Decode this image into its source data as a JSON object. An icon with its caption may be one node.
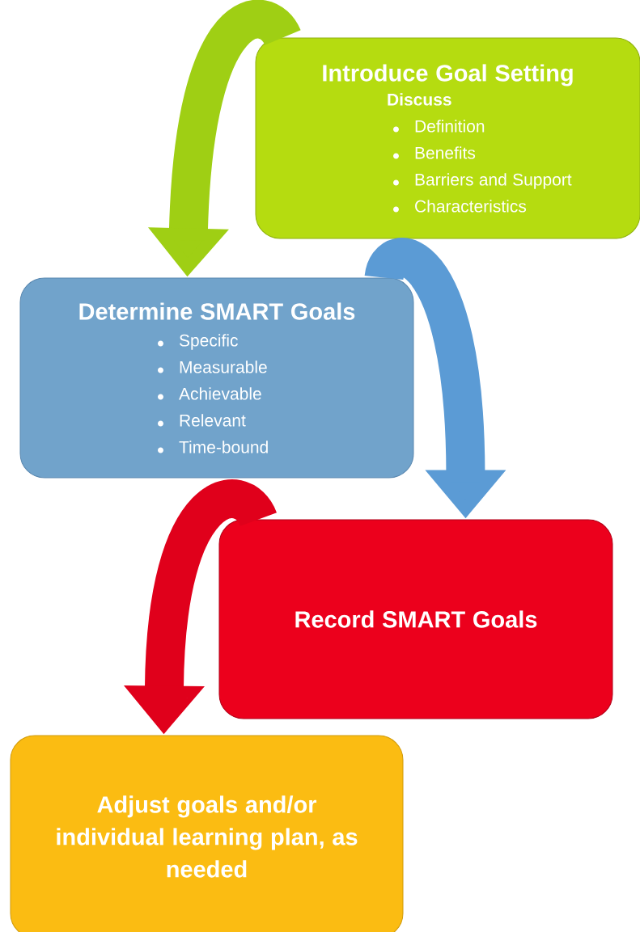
{
  "diagram": {
    "nodes": [
      {
        "text": [
          "Introduce Goal Setting",
          "Discuss",
          "Definition",
          "Benefits",
          "Barriers and Support",
          "Characteristics"
        ]
      },
      {
        "text": [
          "Determine SMART Goals",
          "Specific",
          "Measurable",
          "Achievable",
          "Relevant",
          "Time-bound"
        ]
      },
      {
        "text": [
          "Record SMART Goals"
        ]
      },
      {
        "text": [
          "Adjust goals and/or individual learning plan, as needed"
        ]
      }
    ],
    "edges": [
      {
        "from": 0,
        "to": 1,
        "arrow": "to",
        "color": "#9fcf14"
      },
      {
        "from": 1,
        "to": 2,
        "arrow": "to",
        "color": "#5b9bd5"
      },
      {
        "from": 2,
        "to": 3,
        "arrow": "to",
        "color": "#e0001b"
      }
    ]
  }
}
